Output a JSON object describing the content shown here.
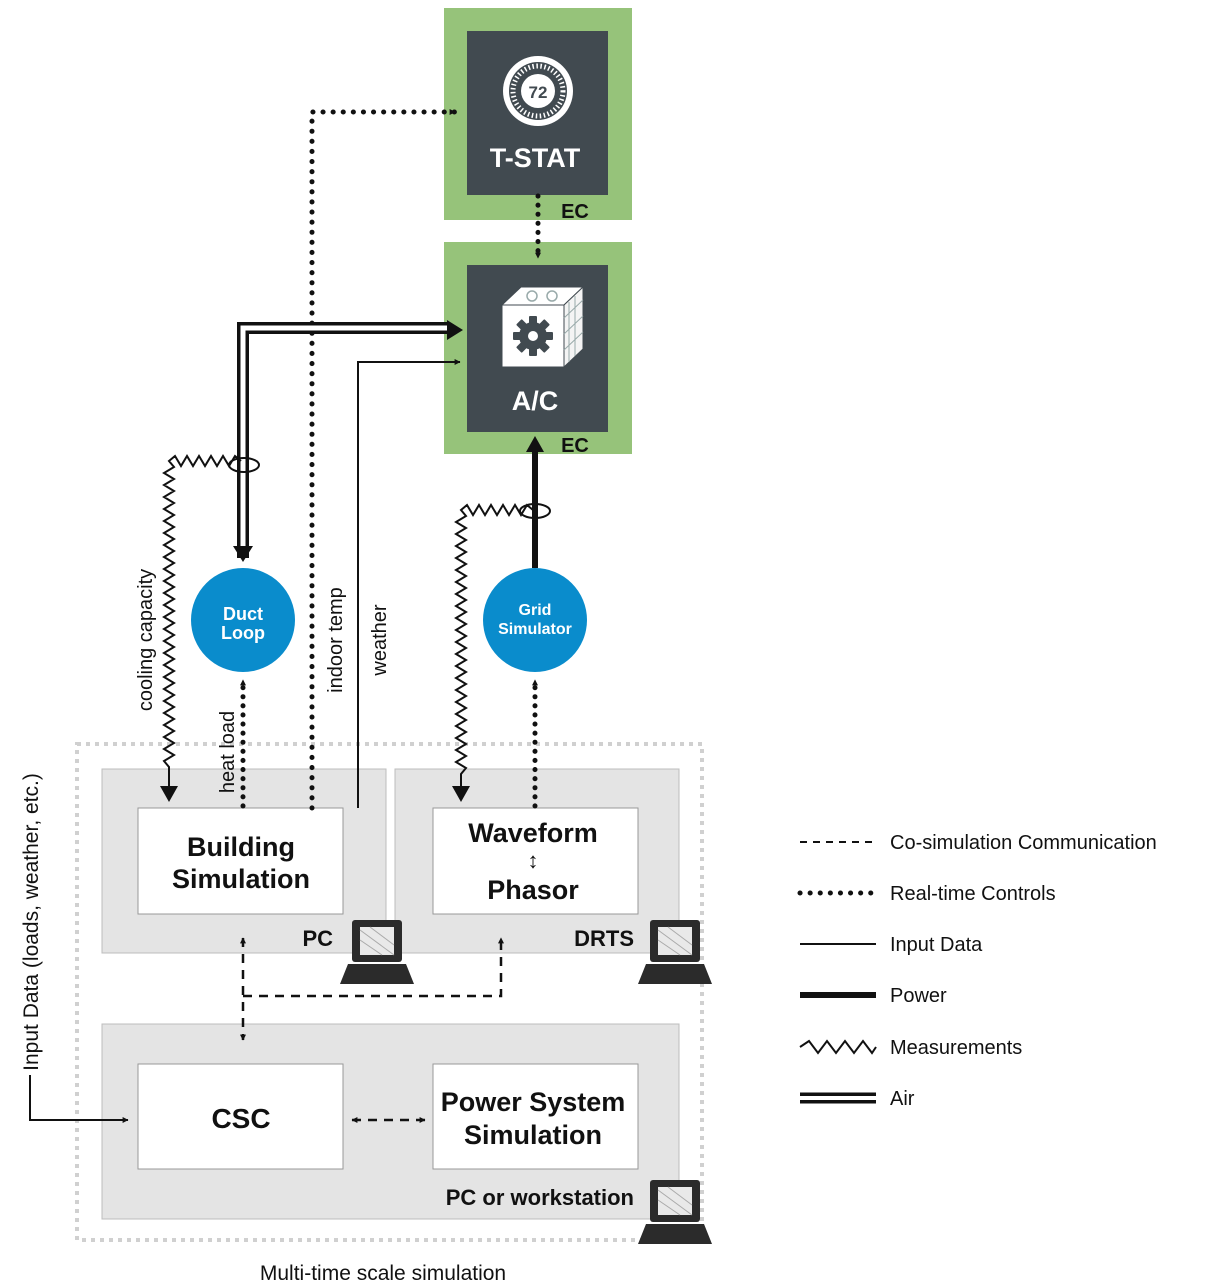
{
  "devices": {
    "tstat": {
      "label": "T-STAT",
      "tag": "EC",
      "display": "72"
    },
    "ac": {
      "label": "A/C",
      "tag": "EC"
    }
  },
  "nodes": {
    "duct_loop": {
      "line1": "Duct",
      "line2": "Loop"
    },
    "grid_simulator": {
      "line1": "Grid",
      "line2": "Simulator"
    }
  },
  "signals": {
    "cooling_capacity": "cooling capacity",
    "indoor_temp": "indoor temp",
    "weather": "weather",
    "heat_load": "heat load",
    "input_data": "Input Data (loads, weather, etc.)"
  },
  "hosts": {
    "pc": "PC",
    "drts": "DRTS",
    "workstation": "PC or workstation"
  },
  "blocks": {
    "building_simulation": {
      "line1": "Building",
      "line2": "Simulation"
    },
    "waveform_phasor": {
      "line1": "Waveform",
      "arrow": "↕",
      "line2": "Phasor"
    },
    "csc": "CSC",
    "power_system_simulation": {
      "line1": "Power System",
      "line2": "Simulation"
    }
  },
  "frame_caption": "Multi-time scale simulation",
  "legend": [
    {
      "key": "cosim",
      "label": "Co-simulation Communication"
    },
    {
      "key": "realtime",
      "label": "Real-time Controls"
    },
    {
      "key": "input",
      "label": "Input Data"
    },
    {
      "key": "power",
      "label": "Power"
    },
    {
      "key": "measurements",
      "label": "Measurements"
    },
    {
      "key": "air",
      "label": "Air"
    }
  ],
  "colors": {
    "green_frame": "#96c37a",
    "device_dark": "#414a50",
    "node_blue": "#0a8ccc",
    "panel_gray": "#e4e4e4",
    "frame_dotted": "#d0d0d0",
    "line_black": "#111111"
  }
}
